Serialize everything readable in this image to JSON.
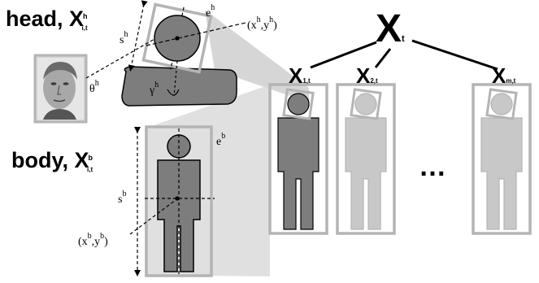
{
  "head_label": {
    "text": "head, ",
    "var": "X",
    "sup": "h",
    "sub": "i,t"
  },
  "body_label": {
    "text": "body, ",
    "var": "X",
    "sup": "b",
    "sub": "i,t"
  },
  "symbols": {
    "e_h": {
      "base": "e",
      "sup": "h"
    },
    "s_h": {
      "base": "s",
      "sup": "h"
    },
    "theta_h": {
      "base": "θ",
      "sup": "h"
    },
    "gamma_h": {
      "base": "γ",
      "sup": "h"
    },
    "pos_h": {
      "open": "(x",
      "sup1": "h",
      "mid": ",y",
      "sup2": "h",
      "close": ")"
    },
    "e_b": {
      "base": "e",
      "sup": "b"
    },
    "s_b": {
      "base": "s",
      "sup": "b"
    },
    "pos_b": {
      "open": "(x",
      "sup1": "b",
      "mid": ",y",
      "sup2": "b",
      "close": ")"
    }
  },
  "state": {
    "var": "X",
    "sub": "t"
  },
  "people": [
    {
      "var": "X",
      "sub": "1,t"
    },
    {
      "var": "X",
      "sub": "2,t"
    },
    {
      "var": "X",
      "sub": "m,t"
    }
  ],
  "ellipsis": "…",
  "colors": {
    "box": "#b4b4b4",
    "active_fill": "#7d7d7d",
    "inactive_fill": "#c8c8c8",
    "projection": "#c8c8c8",
    "outline": "#000000"
  }
}
